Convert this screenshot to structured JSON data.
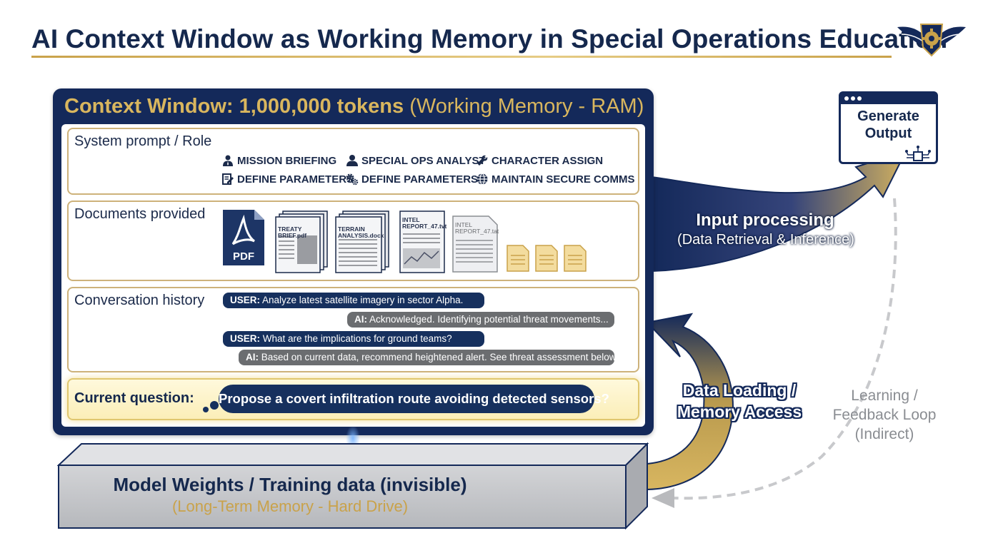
{
  "header": {
    "title": "AI Context Window as Working Memory in Special Operations Education"
  },
  "context_window": {
    "title_bold": "Context Window: 1,000,000 tokens",
    "title_light": "(Working Memory - RAM)",
    "system": {
      "label": "System prompt / Role",
      "tags": [
        {
          "icon": "briefing-person-icon",
          "label": "MISSION BRIEFING"
        },
        {
          "icon": "analyst-person-icon",
          "label": "SPECIAL OPS ANALYST"
        },
        {
          "icon": "wrench-icon",
          "label": "CHARACTER ASSIGN"
        },
        {
          "icon": "edit-document-icon",
          "label": "DEFINE PARAMETERS"
        },
        {
          "icon": "gears-icon",
          "label": "DEFINE PARAMETERS"
        },
        {
          "icon": "globe-icon",
          "label": "MAINTAIN SECURE COMMS"
        }
      ]
    },
    "documents": {
      "label": "Documents provided",
      "pdf_label": "PDF",
      "files": [
        {
          "name": "TREATY\nBRIEF.pdf"
        },
        {
          "name": "TERRAIN\nANALYSIS.docx"
        },
        {
          "name": "INTEL\nREPORT_47.tvt"
        },
        {
          "name": "INTEL\nREPORT_47.tat"
        }
      ]
    },
    "conversation": {
      "label": "Conversation history",
      "messages": [
        {
          "speaker": "USER:",
          "text": "Analyze latest satellite imagery in sector Alpha."
        },
        {
          "speaker": "AI:",
          "text": "Acknowledged. Identifying potential threat movements..."
        },
        {
          "speaker": "USER:",
          "text": "What are the implications for ground teams?"
        },
        {
          "speaker": "AI:",
          "text": "Based on current data, recommend heightened alert. See threat assessment below."
        }
      ]
    },
    "question": {
      "label": "Current question:",
      "text": "Propose a covert infiltration route avoiding detected sensors?"
    }
  },
  "model_weights": {
    "title": "Model Weights / Training data (invisible)",
    "subtitle": "(Long-Term Memory - Hard Drive)"
  },
  "output": {
    "title": "Generate\nOutput"
  },
  "arrows": {
    "input_title": "Input processing",
    "input_sub": "(Data Retrieval & Inference)",
    "loading": "Data Loading /\nMemory Access",
    "learning": "Learning /\nFeedback Loop\n(Indirect)"
  },
  "colors": {
    "navy": "#14295a",
    "gold": "#c9a24a",
    "gold_light": "#d9b65e",
    "gray": "#8a8d92"
  }
}
